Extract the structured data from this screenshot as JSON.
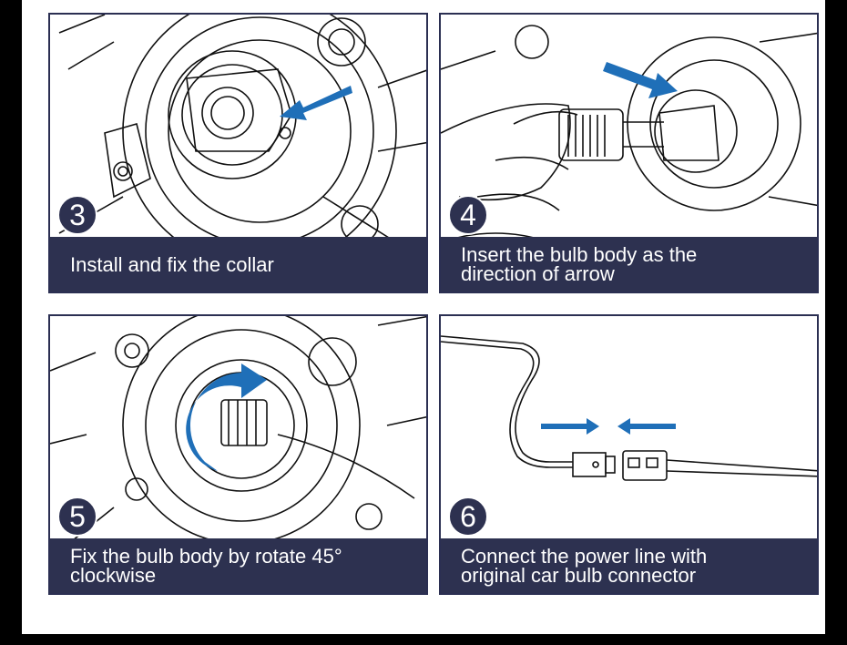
{
  "colors": {
    "frame": "#2b2f52",
    "caption_bg": "#2d3150",
    "arrow": "#1f6fb8",
    "background": "#000000"
  },
  "steps": [
    {
      "number": "3",
      "caption": "Install and fix the collar"
    },
    {
      "number": "4",
      "caption": "Insert the bulb body as the\ndirection of arrow"
    },
    {
      "number": "5",
      "caption": "Fix the bulb body by rotate 45°\nclockwise"
    },
    {
      "number": "6",
      "caption": "Connect the power line with\noriginal car bulb connector"
    }
  ]
}
